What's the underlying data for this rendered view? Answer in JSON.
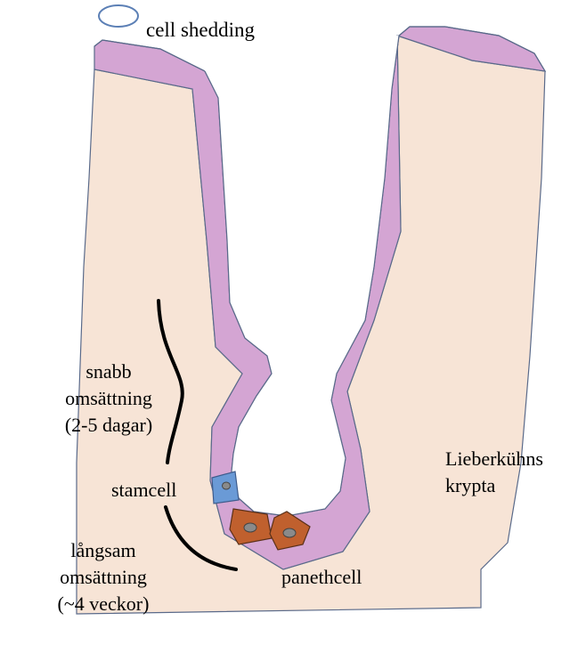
{
  "labels": {
    "cell_shedding": "cell shedding",
    "fast_turnover": [
      "snabb",
      "omsättning",
      "(2-5 dagar)"
    ],
    "stem_cell": "stamcell",
    "slow_turnover": [
      "långsam",
      "omsättning",
      "(~4 veckor)"
    ],
    "paneth_cell": "panethcell",
    "crypt": [
      "Lieberkühns",
      "krypta"
    ]
  },
  "colors": {
    "tissue": "#f7e4d6",
    "epithelium": "#d4a5d3",
    "outline": "#5a6a8a",
    "stem_cell": "#6a9ad6",
    "paneth_cell": "#c0602e",
    "nucleus": "#8a8a8a",
    "shed_cell_stroke": "#5b7fb5",
    "bracket": "#000000"
  }
}
